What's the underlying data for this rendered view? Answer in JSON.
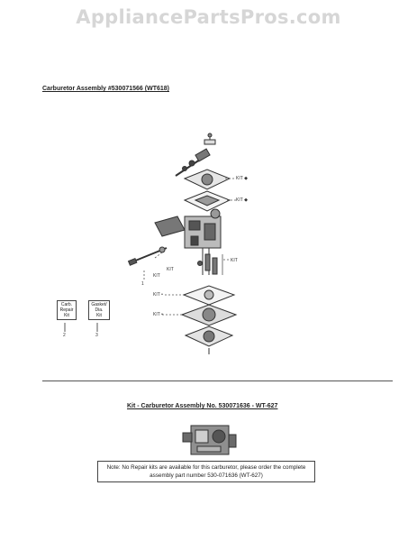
{
  "watermark": "AppliancePartsPros.com",
  "title": "Carburetor Assembly #530071566 (WT618)",
  "callouts": {
    "kit": "KIT",
    "kit_star": "KIT ◆",
    "kit_dot": "KIT •",
    "ref_1": "1",
    "ref_2": "2",
    "ref_3": "3"
  },
  "legend": {
    "carb_repair_kit": [
      "Carb.",
      "Repair",
      "Kit"
    ],
    "gasket_dia_kit": [
      "Gasket/",
      "Dia.",
      "Kit"
    ]
  },
  "kit_title": "Kit - Carburetor Assembly No. 530071636 - WT-627",
  "note": "Note: No Repair kits are available for this carburetor, please order the complete assembly part number 530-071636 (WT-627)"
}
